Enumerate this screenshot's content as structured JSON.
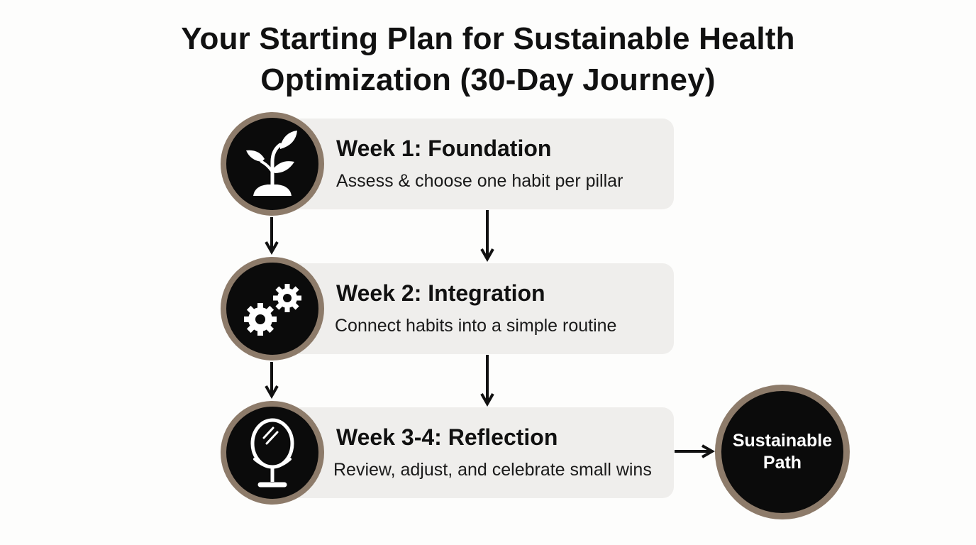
{
  "title": {
    "line1": "Your Starting Plan for Sustainable Health",
    "line2": "Optimization (30-Day Journey)"
  },
  "steps": [
    {
      "heading": "Week 1: Foundation",
      "description": "Assess & choose one habit per pillar",
      "icon": "sprout-icon"
    },
    {
      "heading": "Week 2: Integration",
      "description": "Connect habits into a simple routine",
      "icon": "gears-icon"
    },
    {
      "heading": "Week 3-4: Reflection",
      "description": "Review, adjust, and celebrate small wins",
      "icon": "mirror-icon"
    }
  ],
  "end_node": {
    "label": "Sustainable Path"
  },
  "colors": {
    "circle_fill": "#0b0b0b",
    "circle_ring": "#8d7b6a",
    "card_background": "#efeeec",
    "text": "#111111"
  }
}
